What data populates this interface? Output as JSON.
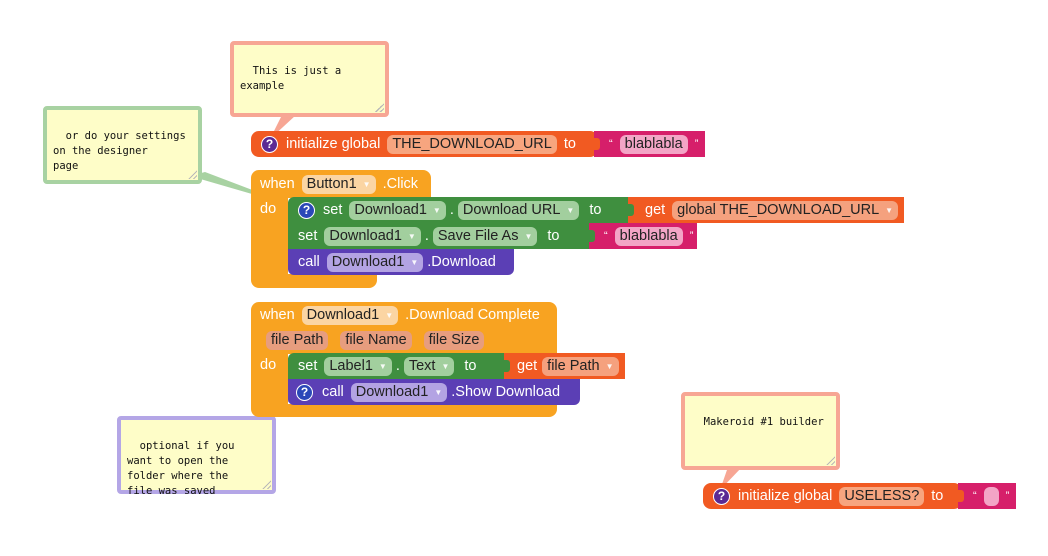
{
  "comments": {
    "example": "This is just a\nexample",
    "designer": "or do your settings\non the designer\npage",
    "optional": "optional if you\nwant to open the\nfolder where the\nfile was saved",
    "makeroid": "Makeroid #1 builder"
  },
  "init_download_url": {
    "help_icon": "?",
    "label": "initialize global",
    "var_name": "THE_DOWNLOAD_URL",
    "to": "to",
    "open_quote": "“",
    "value": "blablabla",
    "close_quote": "”"
  },
  "button_click": {
    "when": "when",
    "component": "Button1",
    "event": ".Click",
    "do": "do",
    "set_url": {
      "help_icon": "?",
      "set": "set",
      "component": "Download1",
      "dot": ".",
      "property": "Download URL",
      "to": "to",
      "get": "get",
      "getter": "global THE_DOWNLOAD_URL"
    },
    "set_save": {
      "set": "set",
      "component": "Download1",
      "dot": ".",
      "property": "Save File As",
      "to": "to",
      "open_quote": "“",
      "value": "blablabla",
      "close_quote": "”"
    },
    "call_download": {
      "call": "call",
      "component": "Download1",
      "method": ".Download"
    }
  },
  "download_complete": {
    "when": "when",
    "component": "Download1",
    "event": ".Download Complete",
    "params": [
      "file Path",
      "file Name",
      "file Size"
    ],
    "do": "do",
    "set_label": {
      "set": "set",
      "component": "Label1",
      "dot": ".",
      "property": "Text",
      "to": "to",
      "get": "get",
      "getter": "file Path"
    },
    "call_show": {
      "help_icon": "?",
      "call": "call",
      "component": "Download1",
      "method": ".Show Download"
    }
  },
  "init_useless": {
    "help_icon": "?",
    "label": "initialize global",
    "var_name": "USELESS?",
    "to": "to",
    "open_quote": "“",
    "close_quote": "”"
  },
  "colors": {
    "variable_block": "#f15a22",
    "text_block": "#d61f6a",
    "event_block": "#f8a321",
    "setter_block": "#3f8f3f",
    "method_block": "#5b3fb5",
    "comment_bg": "#fefdc8"
  }
}
